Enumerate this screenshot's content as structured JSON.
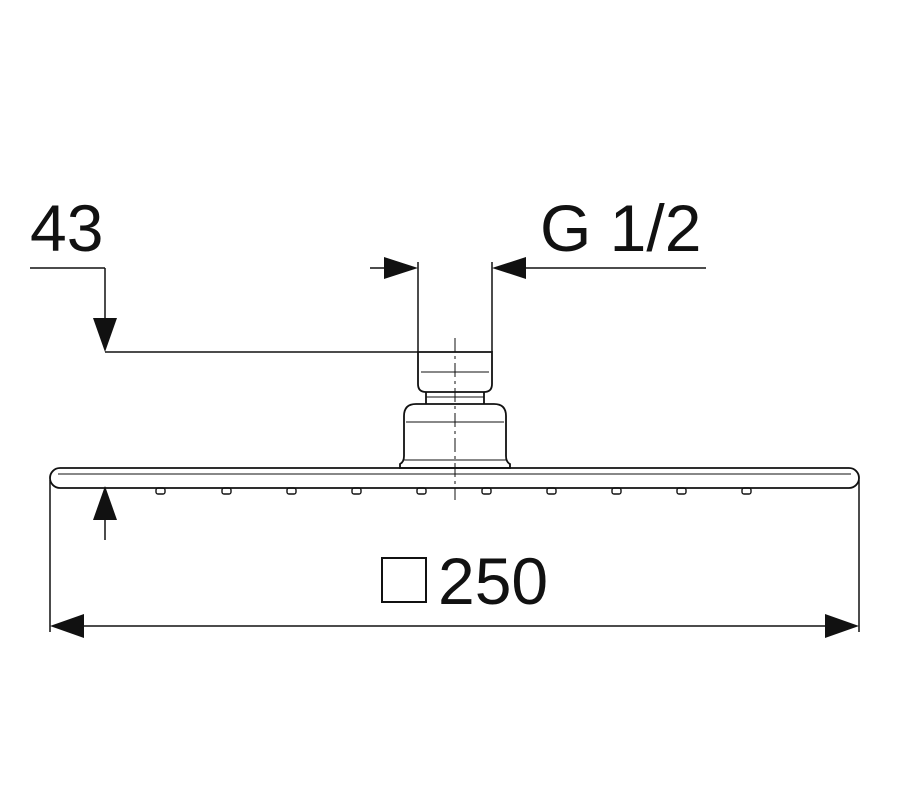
{
  "dimensions": {
    "height_label": "43",
    "thread_label": "G 1/2",
    "width_label": "250",
    "width_symbol": "square"
  },
  "colors": {
    "line": "#111111",
    "background": "#ffffff"
  }
}
